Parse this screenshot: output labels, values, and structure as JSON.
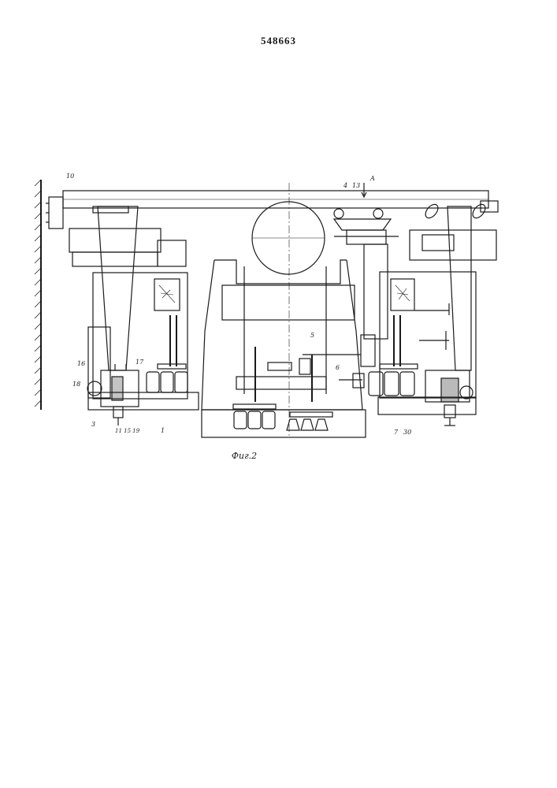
{
  "document": {
    "patent_number": "548663",
    "figure_caption": "Фиг.2"
  },
  "labels": {
    "l10": "10",
    "l4": "4",
    "l13": "13",
    "lA": "A",
    "l16": "16",
    "l17": "17",
    "l18": "18",
    "l3": "3",
    "bottom_left_group": "11 15 19",
    "l1": "1",
    "l5": "5",
    "l6": "6",
    "l7": "7",
    "l30": "30"
  },
  "colors": {
    "ink": "#1a1a1a",
    "paper": "#ffffff",
    "hatch": "#3a3a3a"
  }
}
